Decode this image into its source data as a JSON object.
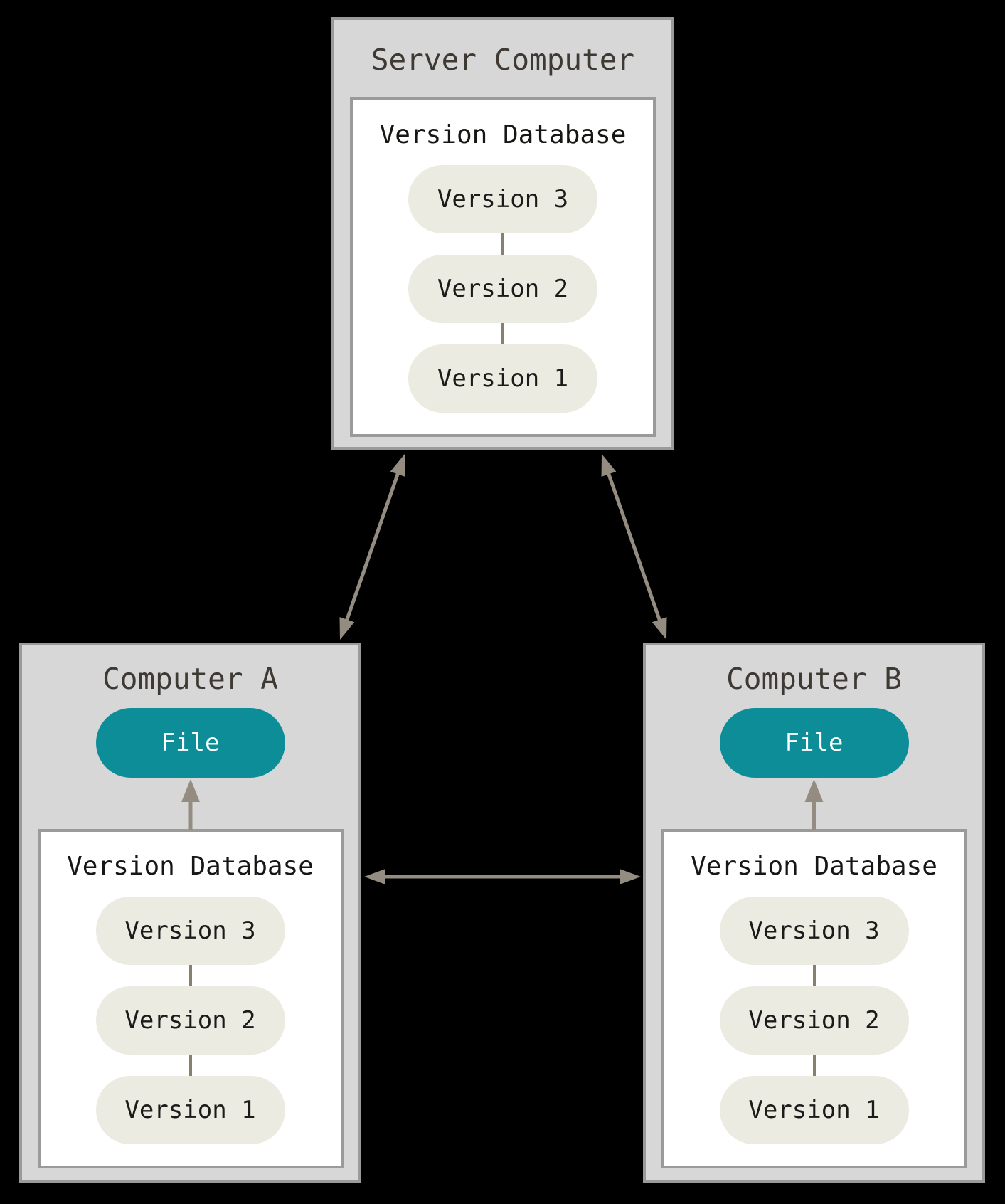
{
  "colors": {
    "background": "#000000",
    "box_fill": "#d7d7d7",
    "box_border": "#9a9a9a",
    "inner_fill": "#ffffff",
    "version_pill_fill": "#ecebe1",
    "version_pill_text": "#1b1b19",
    "file_pill_fill": "#0d8d98",
    "file_pill_text": "#ffffff",
    "title_text": "#3e3933",
    "db_title_text": "#161614",
    "arrow": "#948c80",
    "connector": "#87806f"
  },
  "server": {
    "title": "Server Computer",
    "database": {
      "title": "Version Database",
      "versions": [
        "Version 3",
        "Version 2",
        "Version 1"
      ]
    }
  },
  "computer_a": {
    "title": "Computer A",
    "file_label": "File",
    "database": {
      "title": "Version Database",
      "versions": [
        "Version 3",
        "Version 2",
        "Version 1"
      ]
    }
  },
  "computer_b": {
    "title": "Computer B",
    "file_label": "File",
    "database": {
      "title": "Version Database",
      "versions": [
        "Version 3",
        "Version 2",
        "Version 1"
      ]
    }
  }
}
